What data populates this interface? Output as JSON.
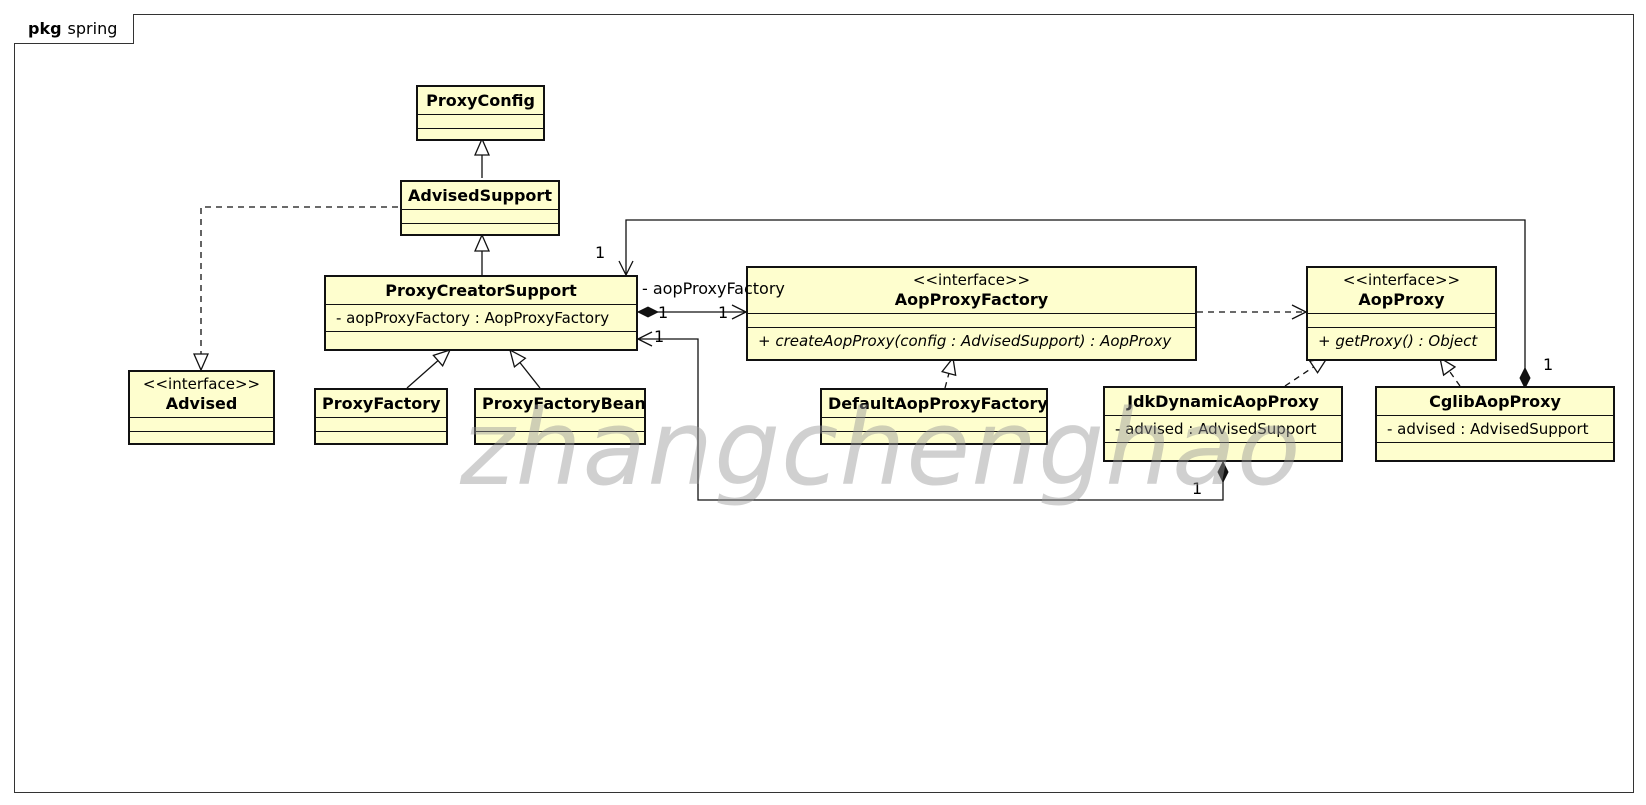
{
  "package": {
    "keyword": "pkg",
    "name": "spring"
  },
  "watermark": "zhangchenghao",
  "classes": {
    "proxy_config": {
      "name": "ProxyConfig"
    },
    "advised_support": {
      "name": "AdvisedSupport"
    },
    "advised": {
      "stereotype": "<<interface>>",
      "name": "Advised"
    },
    "proxy_creator_support": {
      "name": "ProxyCreatorSupport",
      "attribute": "- aopProxyFactory : AopProxyFactory"
    },
    "proxy_factory": {
      "name": "ProxyFactory"
    },
    "proxy_factory_bean": {
      "name": "ProxyFactoryBean"
    },
    "aop_proxy_factory": {
      "stereotype": "<<interface>>",
      "name": "AopProxyFactory",
      "operation": "+ createAopProxy(config : AdvisedSupport) : AopProxy"
    },
    "default_aop_proxy_factory": {
      "name": "DefaultAopProxyFactory"
    },
    "aop_proxy": {
      "stereotype": "<<interface>>",
      "name": "AopProxy",
      "operation": "+ getProxy() : Object"
    },
    "jdk_dynamic_aop_proxy": {
      "name": "JdkDynamicAopProxy",
      "attribute": "- advised : AdvisedSupport"
    },
    "cglib_aop_proxy": {
      "name": "CglibAopProxy",
      "attribute": "- advised : AdvisedSupport"
    }
  },
  "labels": {
    "role_aop_proxy_factory": "- aopProxyFactory",
    "mult_pcs_top": "1",
    "mult_pcs_diamond": "1",
    "mult_apf_end": "1",
    "mult_pcs_lower": "1",
    "mult_jdk_diamond": "1",
    "mult_cglib_diamond": "1"
  }
}
